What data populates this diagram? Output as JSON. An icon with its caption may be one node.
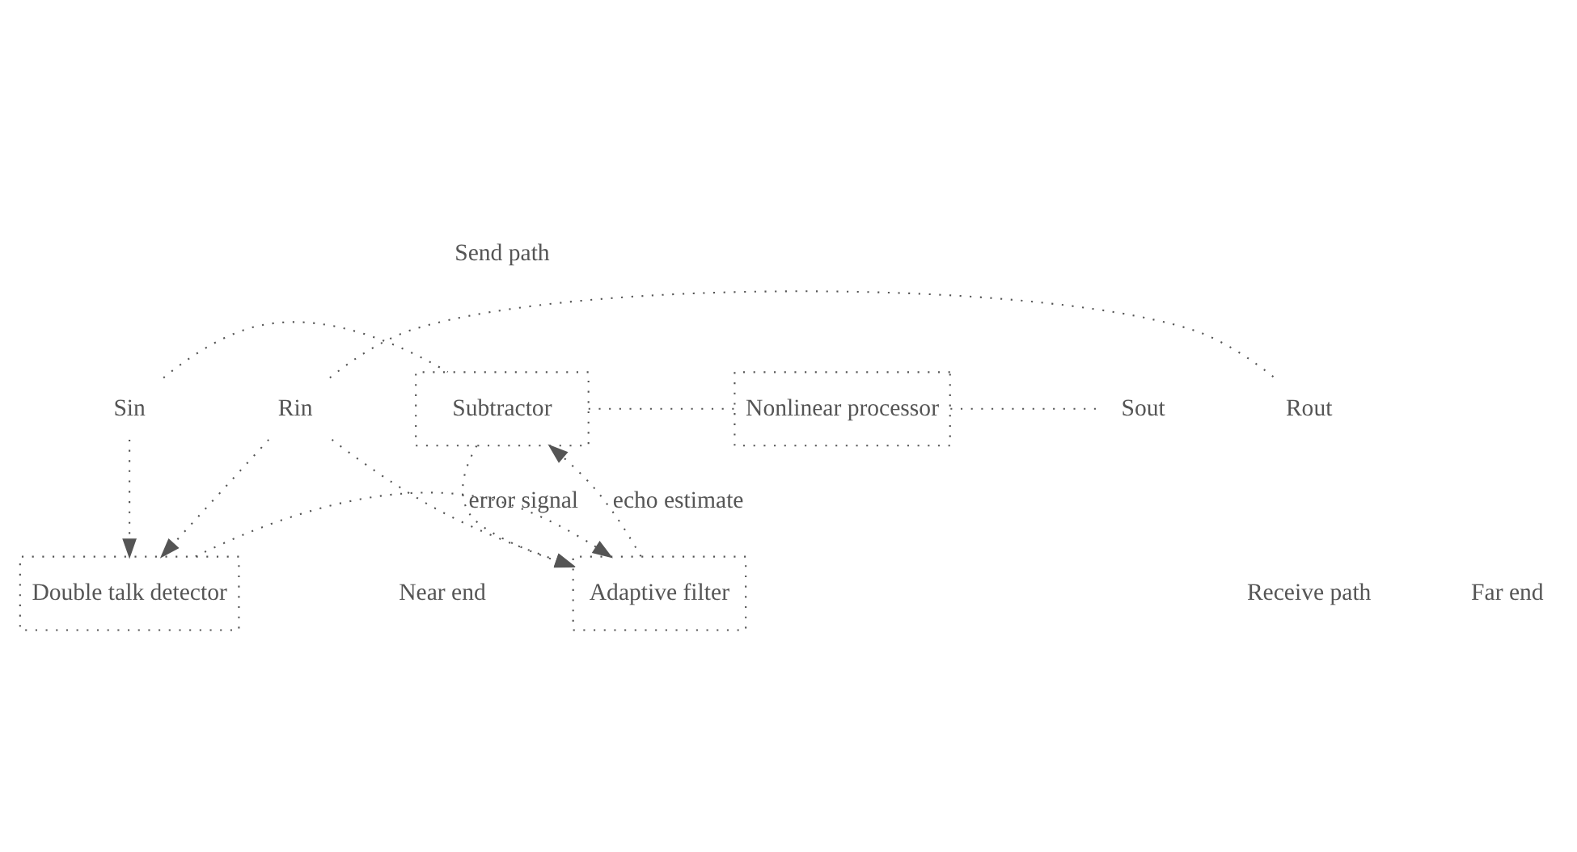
{
  "diagram": {
    "nodes": [
      {
        "text": [
          "Sin"
        ]
      },
      {
        "text": [
          "Subtractor"
        ]
      },
      {
        "text": [
          "Nonlinear processor"
        ]
      },
      {
        "text": [
          "Sout"
        ]
      },
      {
        "text": [
          "Double talk detector"
        ]
      },
      {
        "text": [
          "Adaptive filter"
        ]
      },
      {
        "text": [
          "Rout"
        ]
      },
      {
        "text": [
          "Rin"
        ]
      }
    ],
    "edges": [
      {
        "from": 0,
        "to": 1,
        "arrow": "none"
      },
      {
        "from": 1,
        "to": 2,
        "arrow": "none"
      },
      {
        "from": 2,
        "to": 3,
        "arrow": "none"
      },
      {
        "from": 0,
        "to": 4,
        "arrow": "to"
      },
      {
        "from": 7,
        "to": 6,
        "arrow": "none"
      },
      {
        "from": 7,
        "to": 4,
        "arrow": "to"
      },
      {
        "from": 7,
        "to": 5,
        "arrow": "to"
      },
      {
        "from": 4,
        "to": 5,
        "arrow": "to"
      },
      {
        "from": 5,
        "to": 1,
        "arrow": "to",
        "label": "echo estimate"
      },
      {
        "from": 1,
        "to": 5,
        "arrow": "to",
        "label": "error signal"
      }
    ],
    "labels": [
      "Send path",
      "Near end",
      "Far end",
      "Receive path"
    ]
  }
}
